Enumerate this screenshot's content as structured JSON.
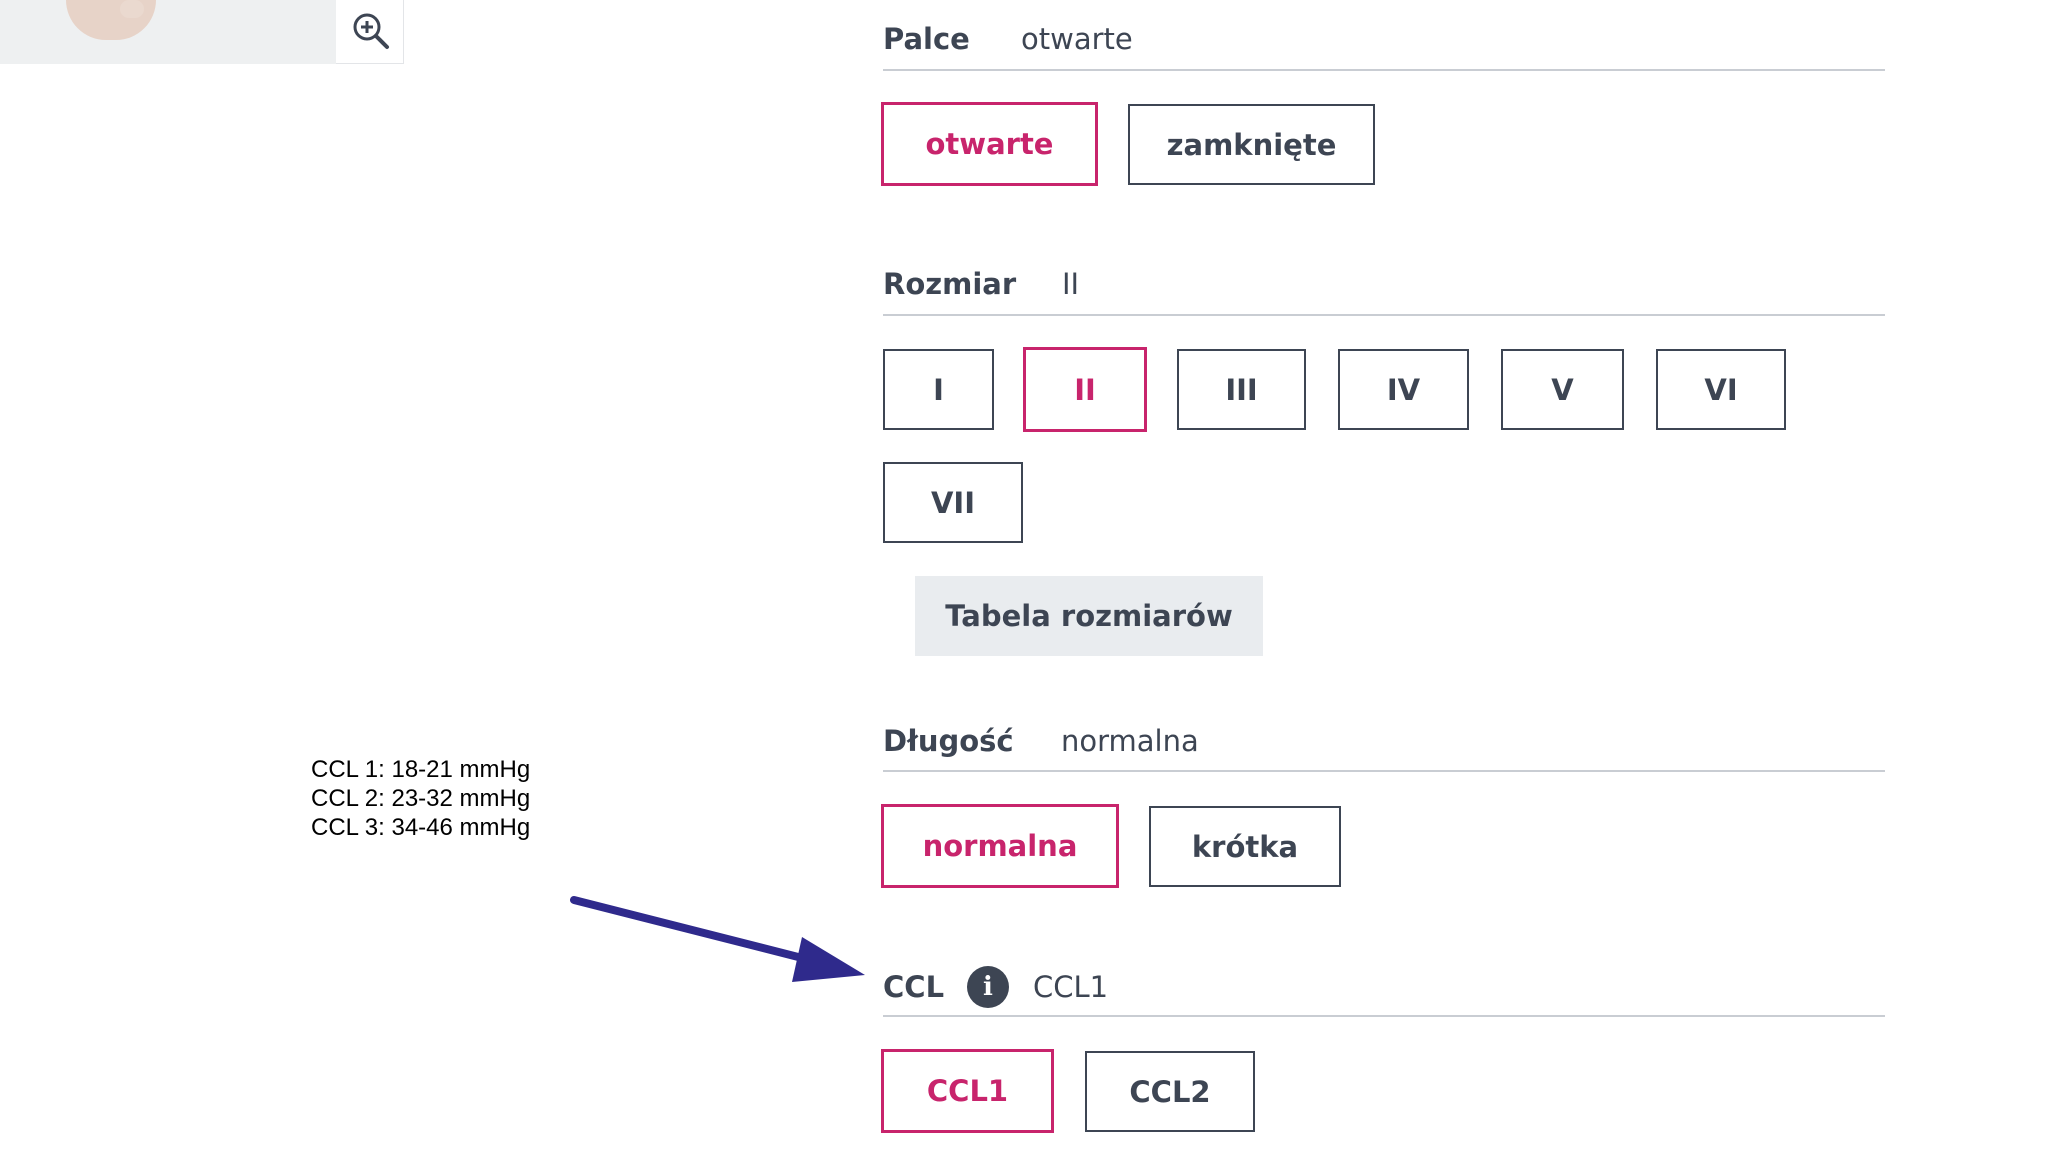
{
  "toes": {
    "label": "Palce",
    "value": "otwarte",
    "options": [
      "otwarte",
      "zamknięte"
    ],
    "selected": "otwarte"
  },
  "size": {
    "label": "Rozmiar",
    "value": "II",
    "options": [
      "I",
      "II",
      "III",
      "IV",
      "V",
      "VI",
      "VII"
    ],
    "selected": "II",
    "table_button": "Tabela rozmiarów"
  },
  "length": {
    "label": "Długość",
    "value": "normalna",
    "options": [
      "normalna",
      "krótka"
    ],
    "selected": "normalna"
  },
  "ccl": {
    "label": "CCL",
    "value": "CCL1",
    "info_icon_glyph": "i",
    "options": [
      "CCL1",
      "CCL2"
    ],
    "selected": "CCL1"
  },
  "annotation": {
    "lines": [
      "CCL 1: 18-21 mmHg",
      "CCL 2: 23-32 mmHg",
      "CCL 3: 34-46 mmHg"
    ],
    "arrow_color": "#2f2a8c"
  },
  "icons": {
    "zoom": "zoom-in-icon",
    "info": "info-icon",
    "arrow": "arrow-icon"
  },
  "colors": {
    "accent": "#c8246c",
    "text": "#3d4553",
    "rule": "#c9cdd3",
    "table_button_bg": "#e9ecef"
  }
}
